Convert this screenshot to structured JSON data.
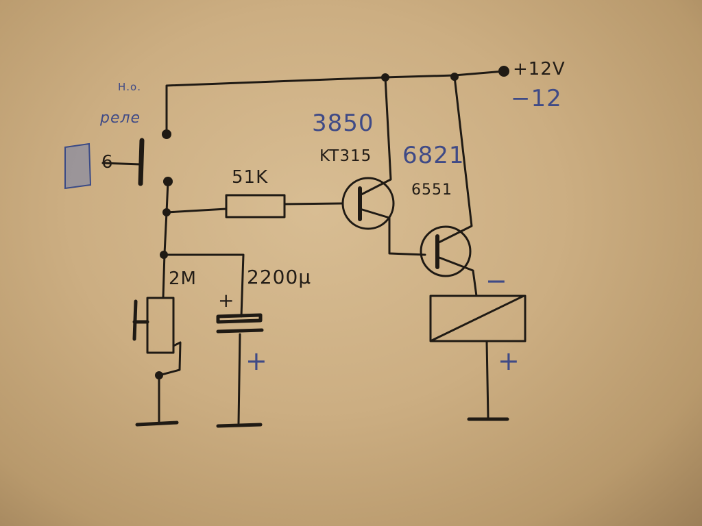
{
  "annotations": {
    "switch_note_1": "Н.о.",
    "switch_note_2": "реле",
    "button_mark": "6",
    "supply_pos": "+12V",
    "supply_neg": "−12",
    "resistor_base": "51K",
    "transistor1_code": "3850",
    "transistor1_type": "KT315",
    "transistor2_code": "6821",
    "transistor2_type": "6551",
    "pot_value": "2M",
    "cap_value": "2200μ",
    "cap_plus_top": "+",
    "cap_plus_bottom": "+",
    "relay_minus": "−",
    "relay_plus": "+"
  }
}
